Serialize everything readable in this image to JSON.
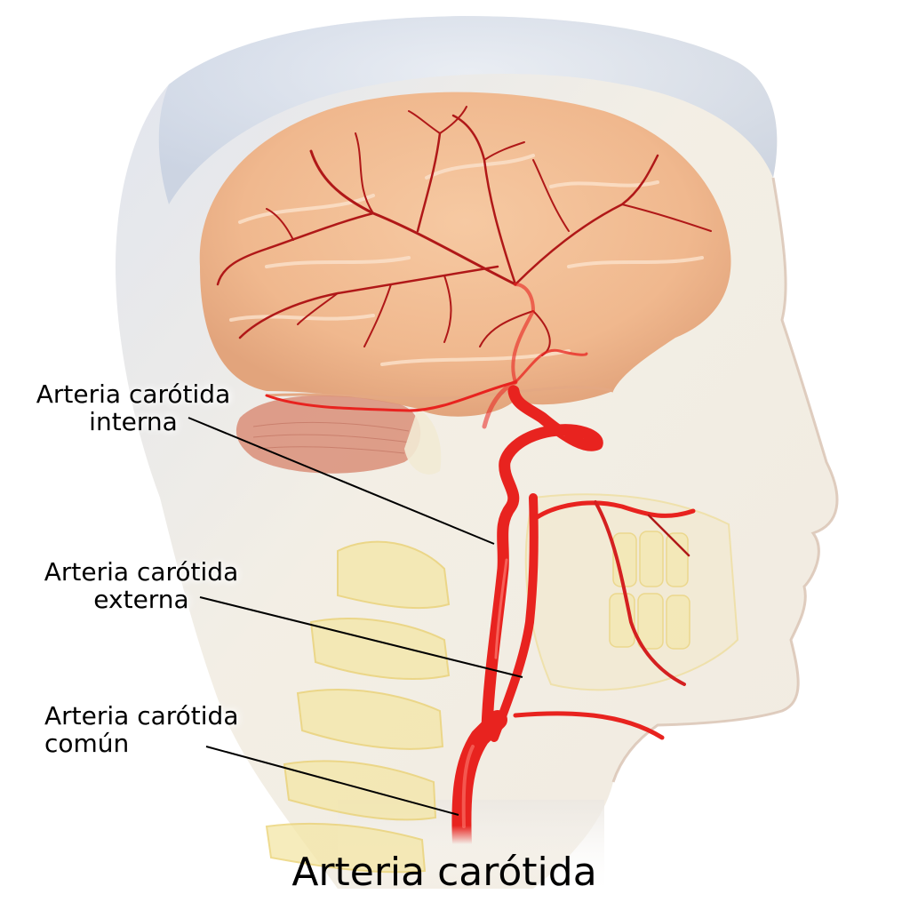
{
  "title": "Arteria carótida",
  "labels": {
    "internal": {
      "line1": "Arteria carótida",
      "line2": "interna",
      "pointer_from": [
        212,
        470
      ],
      "pointer_to": [
        556,
        612
      ]
    },
    "external": {
      "line1": "Arteria carótida",
      "line2": "externa",
      "pointer_from": [
        225,
        672
      ],
      "pointer_to": [
        588,
        762
      ]
    },
    "common": {
      "line1": "Arteria carótida",
      "line2": "común",
      "pointer_from": [
        232,
        840
      ],
      "pointer_to": [
        516,
        917
      ]
    }
  },
  "colors": {
    "background": "#ffffff",
    "artery": "#e8231f",
    "artery_dark": "#a51616",
    "brain": "#f0b88e",
    "brain_shadow": "#d99a72",
    "cerebellum": "#d98e78",
    "skin": "#dfe3ec",
    "bone": "#f4e6a6",
    "leader_line": "#000000",
    "text": "#000000"
  }
}
